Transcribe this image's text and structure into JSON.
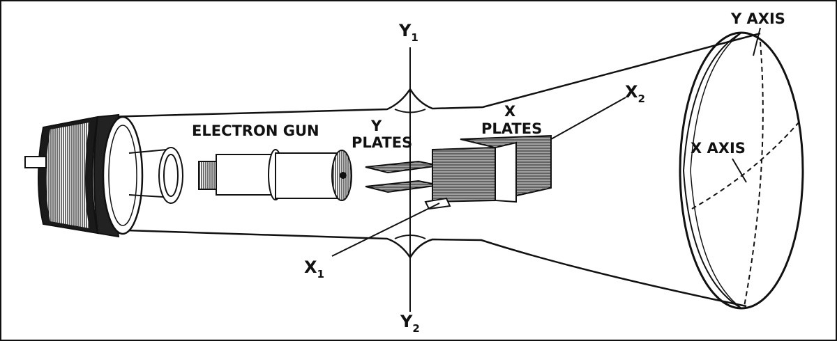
{
  "labels": {
    "y1": "Y",
    "y1_sub": "1",
    "y2": "Y",
    "y2_sub": "2",
    "x1": "X",
    "x1_sub": "1",
    "x2": "X",
    "x2_sub": "2",
    "electron_gun": "ELECTRON GUN",
    "y_plates_top": "Y",
    "y_plates_bottom": "PLATES",
    "x_plates_top": "X",
    "x_plates_bottom": "PLATES",
    "y_axis": "Y AXIS",
    "x_axis": "X AXIS"
  },
  "colors": {
    "ink": "#111111",
    "paper": "#ffffff"
  }
}
